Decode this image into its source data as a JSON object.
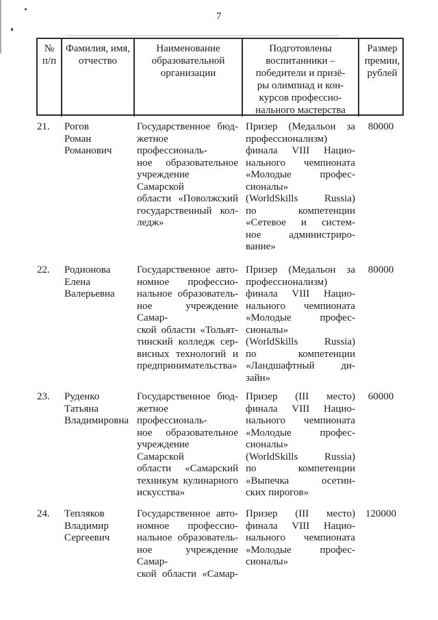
{
  "document": {
    "page_number": "7"
  },
  "colors": {
    "text": "#1b1b1b",
    "table_border": "#2d2d2d",
    "paper": "#ffffff"
  },
  "table": {
    "headers": [
      {
        "lines": [
          "№",
          "п/п"
        ]
      },
      {
        "lines": [
          "Фамилия, имя,",
          "отчество"
        ]
      },
      {
        "lines": [
          "Наименование",
          "образовательной",
          "организации"
        ]
      },
      {
        "lines": [
          "Подготовлены",
          "воспитанники –",
          "победители и призё-",
          "ры олимпиад и кон-",
          "курсов профессио-",
          "нального мастерства"
        ]
      },
      {
        "lines": [
          "Размер",
          "премии,",
          "рублей"
        ]
      }
    ],
    "rows": [
      {
        "num": "21.",
        "name_lines": [
          "Рогов",
          "Роман",
          "Романович"
        ],
        "org_lines": [
          "Государственное бюд-",
          "жетное профессиональ-",
          "ное образовательное",
          "учреждение Самарской",
          "области «Поволжский",
          "государственный кол-",
          "ледж»"
        ],
        "org_justify_last": false,
        "award_lines": [
          "Призер (Медальон за",
          "профессионализм)",
          "финала VIII Нацио-",
          "нального чемпионата",
          "«Молодые профес-",
          "сионалы»",
          "(WorldSkills Russia)",
          "по компетенции",
          "«Сетевое и систем-",
          "ное администриро-",
          "вание»"
        ],
        "award_justify_last": false,
        "amount": "80000"
      },
      {
        "num": "22.",
        "name_lines": [
          "Родионова",
          "Елена",
          "Валерьевна"
        ],
        "org_lines": [
          "Государственное авто-",
          "номное профессио-",
          "нальное образователь-",
          "ное учреждение Самар-",
          "ской области «Тольят-",
          "тинский колледж сер-",
          "висных технологий и",
          "предпринимательства»"
        ],
        "org_justify_last": false,
        "award_lines": [
          "Призер (Медальон за",
          "профессионализм)",
          "финала VIII Нацио-",
          "нального чемпионата",
          "«Молодые профес-",
          "сионалы»",
          "(WorldSkills Russia)",
          "по компетенции",
          "«Ландшафтный ди-",
          "зайн»"
        ],
        "award_justify_last": false,
        "amount": "80000"
      },
      {
        "num": "23.",
        "name_lines": [
          "Руденко",
          "Татьяна",
          "Владимировна"
        ],
        "org_lines": [
          "Государственное бюд-",
          "жетное профессиональ-",
          "ное образовательное",
          "учреждение Самарской",
          "области «Самарский",
          "техникум кулинарного",
          "искусства»"
        ],
        "org_justify_last": false,
        "award_lines": [
          "Призер (III место)",
          "финала VIII Нацио-",
          "нального чемпионата",
          "«Молодые профес-",
          "сионалы»",
          "(WorldSkills Russia)",
          "по компетенции",
          "«Выпечка осетин-",
          "ских пирогов»"
        ],
        "award_justify_last": false,
        "amount": "60000"
      },
      {
        "num": "24.",
        "name_lines": [
          "Тепляков",
          "Владимир",
          "Сергеевич"
        ],
        "org_lines": [
          "Государственное авто-",
          "номное профессио-",
          "нальное образователь-",
          "ное учреждение Самар-",
          "ской области «Самар-"
        ],
        "org_justify_last": true,
        "award_lines": [
          "Призер (III место)",
          "финала VIII Нацио-",
          "нального чемпионата",
          "«Молодые профес-",
          "сионалы»"
        ],
        "award_justify_last": false,
        "amount": "120000"
      }
    ]
  }
}
